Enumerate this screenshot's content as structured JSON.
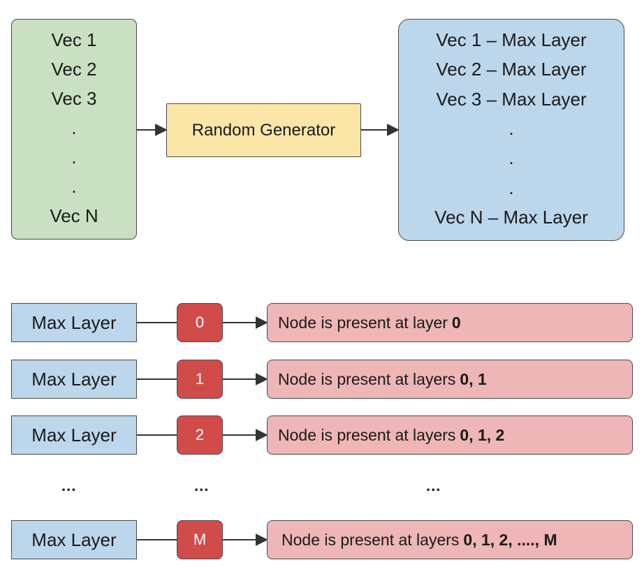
{
  "input_vectors": [
    "Vec 1",
    "Vec 2",
    "Vec 3",
    ".",
    ".",
    ".",
    "Vec N"
  ],
  "generator_label": "Random Generator",
  "output_vectors": [
    "Vec 1 – Max Layer",
    "Vec 2 – Max Layer",
    "Vec 3 – Max Layer",
    ".",
    ".",
    ".",
    "Vec N – Max Layer"
  ],
  "rows": [
    {
      "source": "Max Layer",
      "value": "0",
      "text": "Node is present at layer",
      "layers": "0"
    },
    {
      "source": "Max Layer",
      "value": "1",
      "text": "Node is present at layers",
      "layers": "0, 1"
    },
    {
      "source": "Max Layer",
      "value": "2",
      "text": "Node is present at layers",
      "layers": "0, 1, 2"
    },
    {
      "source": "Max Layer",
      "value": "M",
      "text": "Node is present at layers",
      "layers": "0, 1, 2, ...., M"
    }
  ],
  "ellipsis": "..."
}
